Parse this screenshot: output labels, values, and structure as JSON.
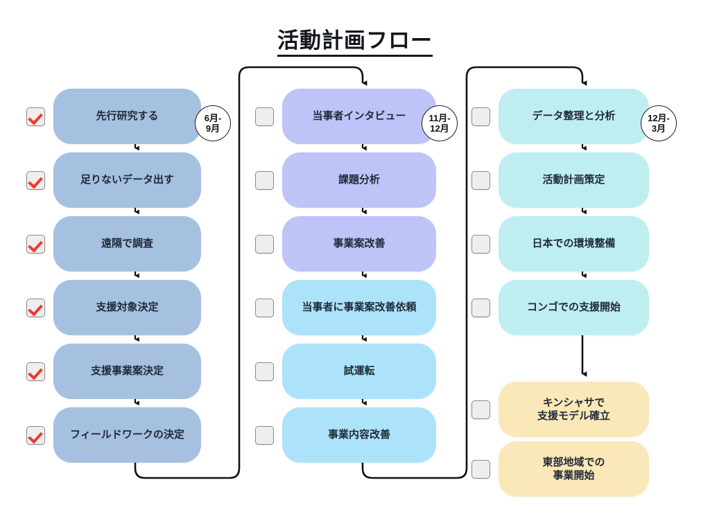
{
  "title": "活動計画フロー",
  "colors": {
    "phase1": "#a6c0e0",
    "phase2a": "#bec4f7",
    "phase2b": "#ade3fa",
    "phase3a": "#bfeef0",
    "phase3b": "#fbe8b8",
    "check": "#f0392b",
    "connector": "#111111",
    "text": "#1f2937"
  },
  "columns": [
    {
      "id": "phase-1",
      "badge": "6月-\n9月",
      "steps": [
        {
          "label": "先行研究する",
          "checked": true,
          "color": "bg-blue"
        },
        {
          "label": "足りないデータ出す",
          "checked": true,
          "color": "bg-blue"
        },
        {
          "label": "遠隔で調査",
          "checked": true,
          "color": "bg-blue"
        },
        {
          "label": "支援対象決定",
          "checked": true,
          "color": "bg-blue"
        },
        {
          "label": "支援事業案決定",
          "checked": true,
          "color": "bg-blue"
        },
        {
          "label": "フィールドワークの決定",
          "checked": true,
          "color": "bg-blue"
        }
      ]
    },
    {
      "id": "phase-2",
      "badge": "11月-\n12月",
      "steps": [
        {
          "label": "当事者インタビュー",
          "checked": false,
          "color": "bg-lavender"
        },
        {
          "label": "課題分析",
          "checked": false,
          "color": "bg-lavender"
        },
        {
          "label": "事業案改善",
          "checked": false,
          "color": "bg-lavender"
        },
        {
          "label": "当事者に事業案改善依頼",
          "checked": false,
          "color": "bg-cyan"
        },
        {
          "label": "試運転",
          "checked": false,
          "color": "bg-cyan"
        },
        {
          "label": "事業内容改善",
          "checked": false,
          "color": "bg-cyan"
        }
      ]
    },
    {
      "id": "phase-3",
      "badge": "12月-\n3月",
      "steps": [
        {
          "label": "データ整理と分析",
          "checked": false,
          "color": "bg-teal"
        },
        {
          "label": "活動計画策定",
          "checked": false,
          "color": "bg-teal"
        },
        {
          "label": "日本での環境整備",
          "checked": false,
          "color": "bg-teal"
        },
        {
          "label": "コンゴでの支援開始",
          "checked": false,
          "color": "bg-teal"
        },
        {
          "label": "キンシャサで\n支援モデル確立",
          "checked": false,
          "color": "bg-cream"
        },
        {
          "label": "東部地域での\n事業開始",
          "checked": false,
          "color": "bg-cream"
        }
      ]
    }
  ]
}
